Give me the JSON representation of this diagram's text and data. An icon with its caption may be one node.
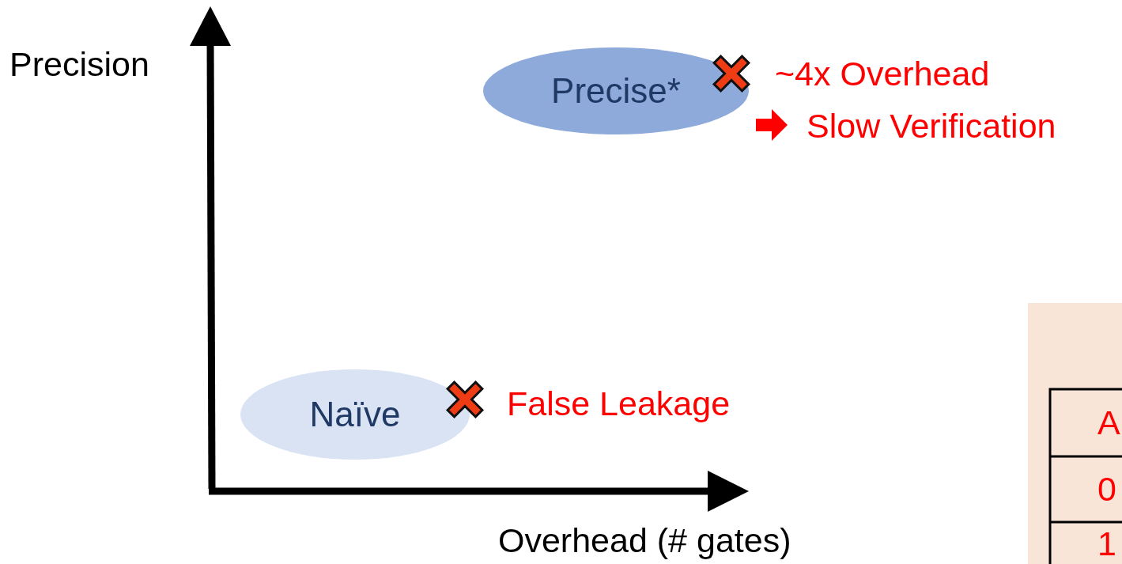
{
  "diagram": {
    "nodes": [
      {
        "text": [
          "Precise*"
        ]
      },
      {
        "text": [
          "Naïve"
        ]
      }
    ],
    "labels": [
      "Precision",
      "~4x Overhead",
      "Slow Verification",
      "False Leakage",
      "Overhead (# gates)",
      "A",
      "0",
      "1"
    ]
  }
}
